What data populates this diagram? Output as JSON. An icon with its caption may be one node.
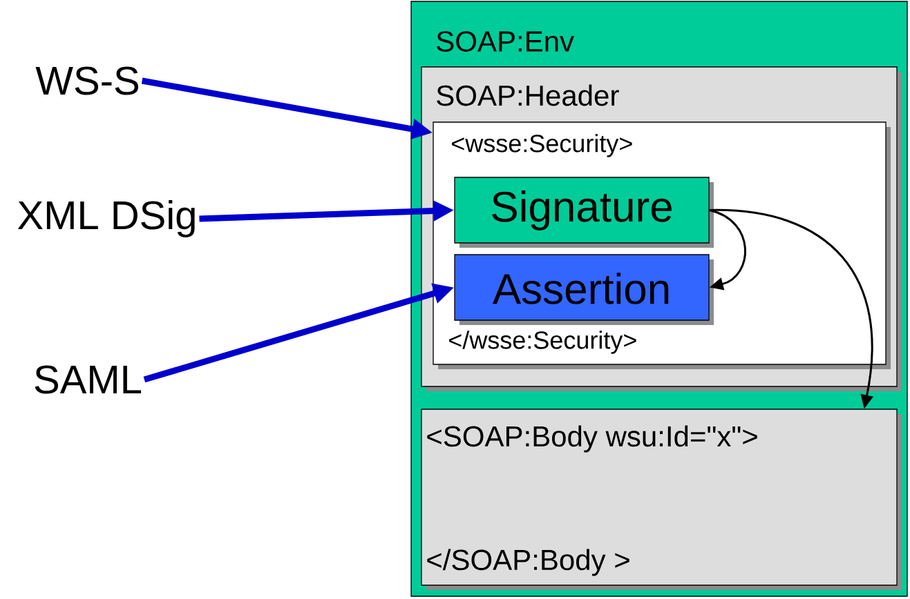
{
  "diagram": {
    "nodes": [
      {
        "text": [
          "SOAP:Env"
        ]
      },
      {
        "text": [
          "SOAP:Header"
        ],
        "in": 0
      },
      {
        "text": [
          "<wsse:Security>",
          "</wsse:Security>"
        ],
        "in": 1
      },
      {
        "text": [
          "Signature"
        ],
        "in": 2
      },
      {
        "text": [
          "Assertion"
        ],
        "in": 2
      },
      {
        "text": [
          "<SOAP:Body wsu:Id=\"x\">",
          "</SOAP:Body >"
        ],
        "in": 0
      },
      {
        "text": [
          "WS-S"
        ]
      },
      {
        "text": [
          "XML DSig"
        ]
      },
      {
        "text": [
          "SAML"
        ]
      }
    ],
    "edges": [
      {
        "from": 6,
        "to": 2,
        "arrow": "to"
      },
      {
        "from": 7,
        "to": 3,
        "arrow": "to"
      },
      {
        "from": 8,
        "to": 4,
        "arrow": "to"
      },
      {
        "from": 3,
        "to": 4,
        "arrow": "to",
        "color": "#000000"
      },
      {
        "from": 3,
        "to": 5,
        "arrow": "to",
        "color": "#000000"
      }
    ]
  }
}
